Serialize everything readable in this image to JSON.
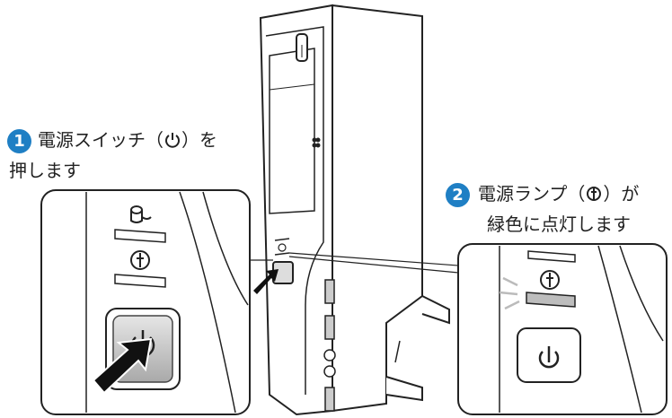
{
  "steps": [
    {
      "number": "1",
      "line1": "電源スイッチ（",
      "line1_end": "）を",
      "line2": "押します",
      "symbol": "power-symbol"
    },
    {
      "number": "2",
      "line1": "電源ランプ（",
      "line1_end": "）が",
      "line2": "緑色に点灯します",
      "symbol": "power-lamp-symbol"
    }
  ],
  "colors": {
    "accent": "#1f7fc4",
    "lamp_on": "#bdbdbd",
    "arrow": "#111111"
  }
}
